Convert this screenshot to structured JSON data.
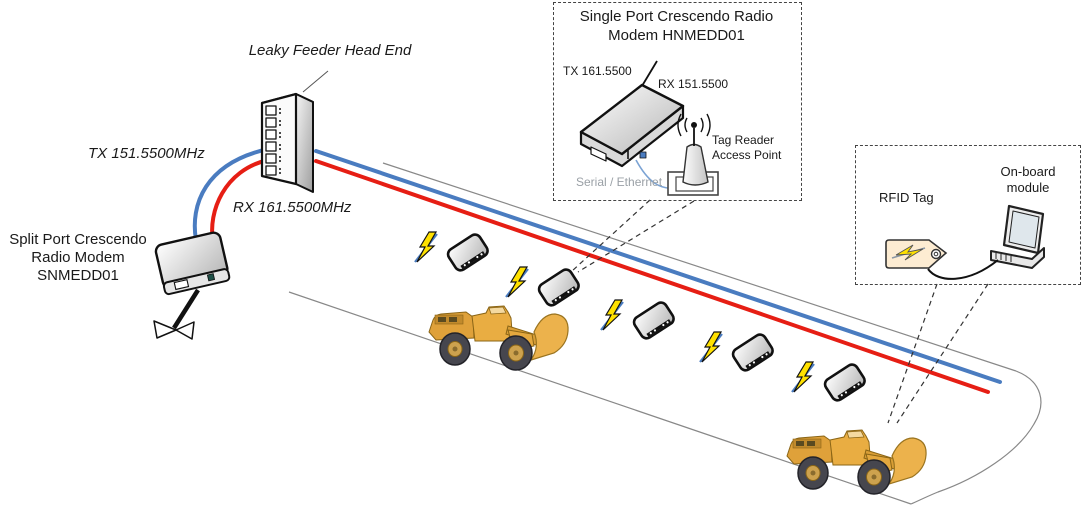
{
  "labels": {
    "head_end": "Leaky Feeder Head End",
    "tx_main": "TX 151.5500MHz",
    "rx_main": "RX 161.5500MHz",
    "split_modem": {
      "line1": "Split Port Crescendo",
      "line2": "Radio Modem",
      "line3": "SNMEDD01"
    },
    "single_port": {
      "title1": "Single Port Crescendo Radio",
      "title2": "Modem HNMEDD01",
      "tx": "TX 161.5500",
      "rx": "RX 151.5500",
      "serial": "Serial / Ethernet",
      "tag_reader1": "Tag Reader",
      "tag_reader2": "Access Point"
    },
    "rfid": {
      "tag": "RFID Tag",
      "onboard1": "On-board",
      "onboard2": "module"
    }
  },
  "colors": {
    "tx_cable_blue": "#4a7cc0",
    "rx_cable_red": "#e61e14",
    "serial_line_blue": "#7ba3d4",
    "bolt_yellow": "#ffe100",
    "loader_yellow": "#e9ad42",
    "tunnel_wall_gray": "#888888",
    "outline_black": "#111111",
    "muted_text_gray": "#9aa0a6",
    "tag_fill_cream": "#fdecd2"
  },
  "icons": {
    "head_end": "leaky-feeder-head-end-icon",
    "split_modem": "split-port-modem-icon",
    "single_modem": "single-port-modem-icon",
    "tag_reader": "tag-reader-access-point-icon",
    "rfid_tag": "rfid-tag-icon",
    "onboard_module": "onboard-module-icon",
    "radio_device": "radio-device-icon",
    "wireless_bolt": "wireless-bolt-icon",
    "loader": "lhd-loader-icon",
    "antenna_bowtie": "antenna-bowtie-icon"
  }
}
